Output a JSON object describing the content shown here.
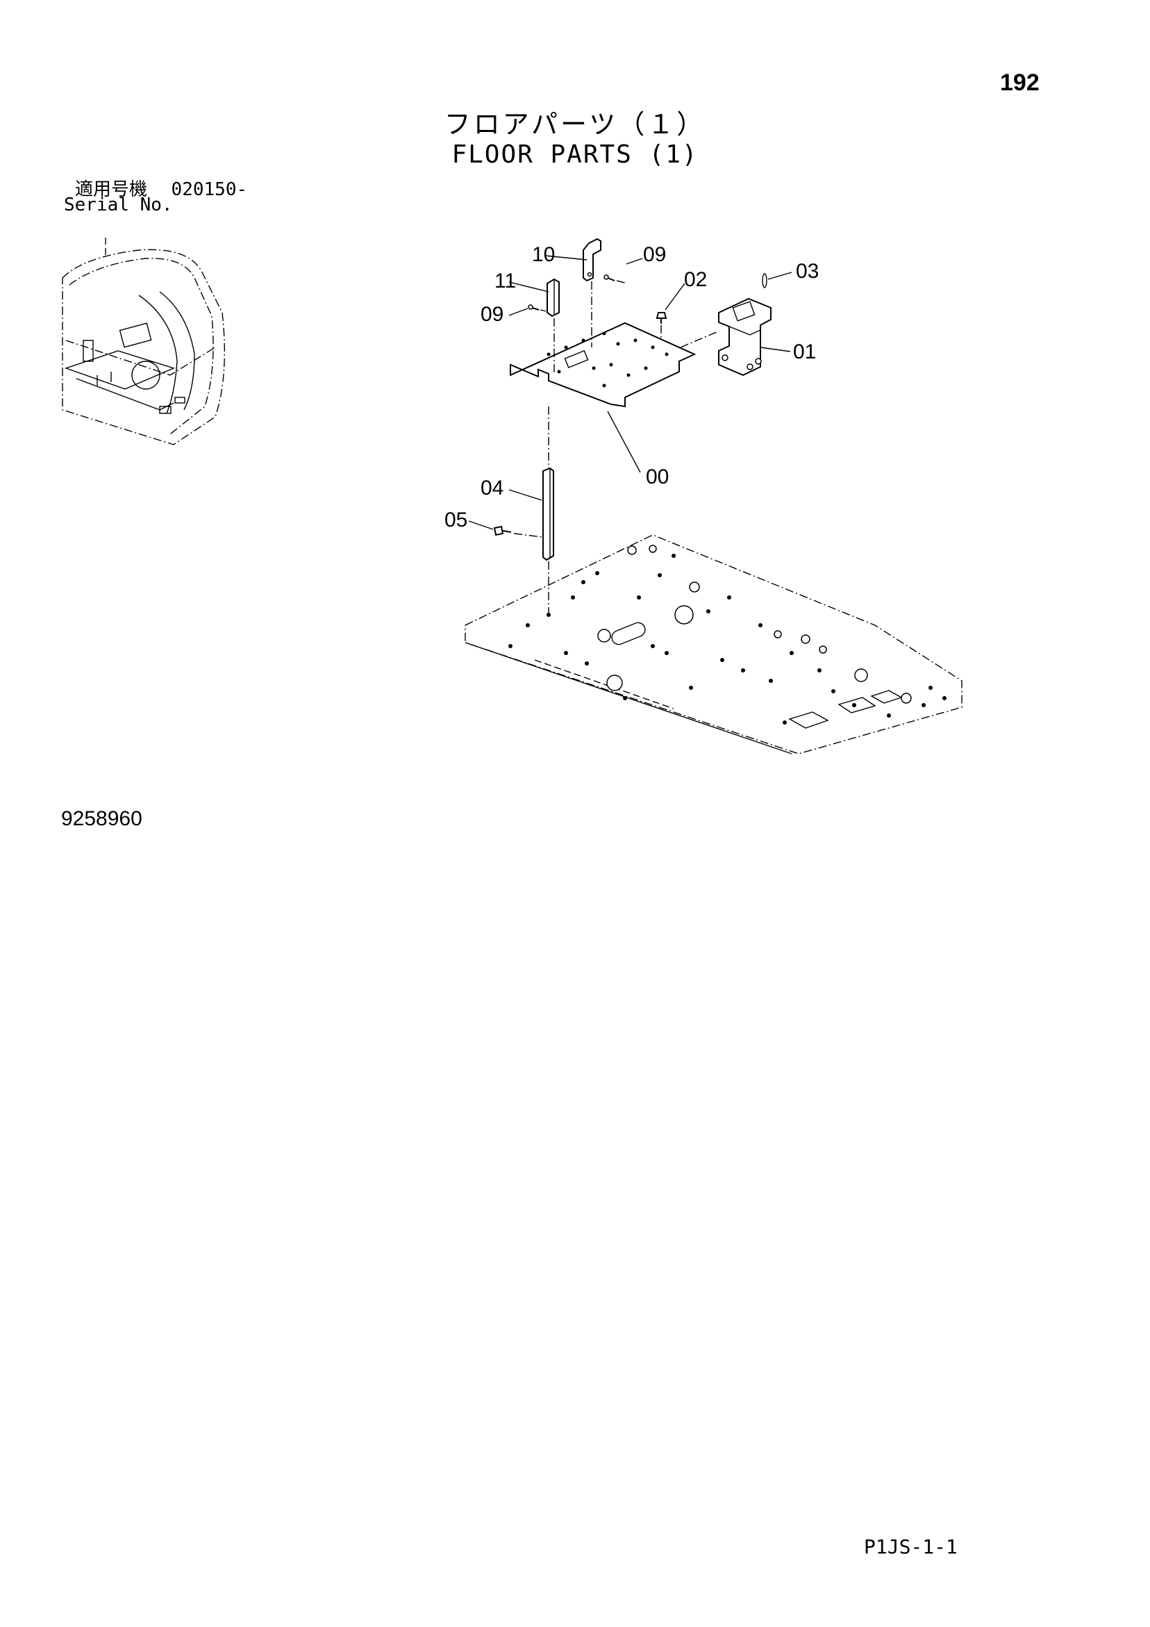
{
  "page": {
    "number": "192",
    "title_jp": "フロアパーツ（１）",
    "title_en": "FLOOR PARTS (1)",
    "serial_label_jp": "適用号機",
    "serial_value": "020150-",
    "serial_label_en": "Serial No.",
    "drawing_number": "9258960",
    "footer_code": "P1JS-1-1"
  },
  "callouts": {
    "c00": "00",
    "c01": "01",
    "c02": "02",
    "c03": "03",
    "c04": "04",
    "c05": "05",
    "c09a": "09",
    "c09b": "09",
    "c10": "10",
    "c11": "11"
  }
}
